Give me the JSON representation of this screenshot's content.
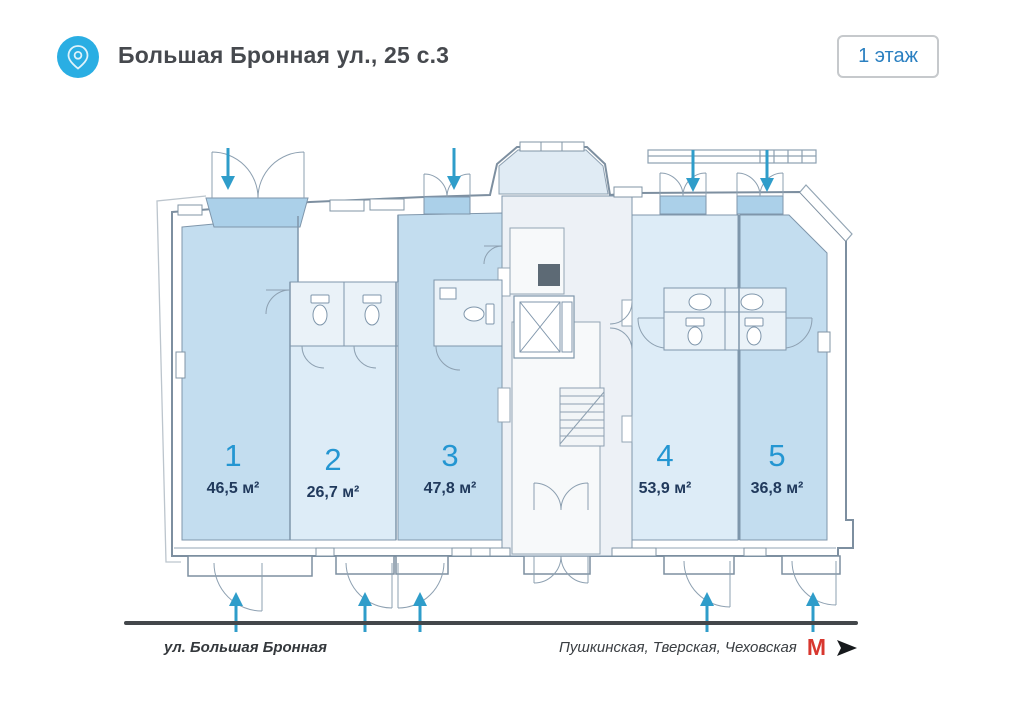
{
  "header": {
    "title": "Большая Бронная ул., 25 с.3",
    "floor_badge": "1 этаж"
  },
  "plan": {
    "units": [
      {
        "number": "1",
        "area": "46,5 м²"
      },
      {
        "number": "2",
        "area": "26,7 м²"
      },
      {
        "number": "3",
        "area": "47,8 м²"
      },
      {
        "number": "4",
        "area": "53,9 м²"
      },
      {
        "number": "5",
        "area": "36,8 м²"
      }
    ]
  },
  "footer": {
    "street": "ул. Большая Бронная",
    "metro_stations": "Пушкинская, Тверская, Чеховская",
    "metro_symbol": "М"
  },
  "colors": {
    "accent_arrow_blue": "#2f9dca",
    "unit_fill_dark": "#c3ddef",
    "unit_fill_light": "#ddecf7",
    "unit_number_blue": "#2496d2",
    "unit_area_navy": "#20395c",
    "metro_red": "#d8372f",
    "pin_blue": "#2aaee3"
  }
}
